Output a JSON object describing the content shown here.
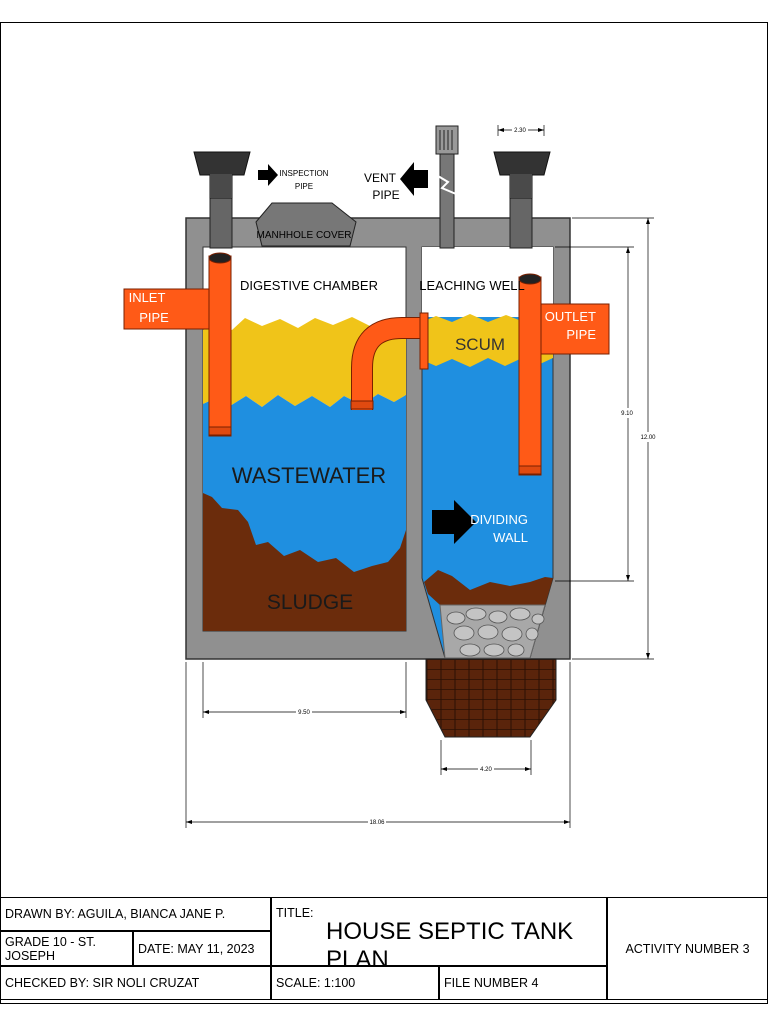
{
  "labels": {
    "inspection_pipe": [
      "INSPECTION",
      "PIPE"
    ],
    "vent_pipe": [
      "VENT",
      "PIPE"
    ],
    "manhole_cover": "MANHHOLE COVER",
    "inlet_pipe": [
      "INLET",
      "PIPE"
    ],
    "outlet_pipe": [
      "OUTLET",
      "PIPE"
    ],
    "digestive_chamber": "DIGESTIVE CHAMBER",
    "leaching_well": "LEACHING WELL",
    "scum": "SCUM",
    "wastewater": "WASTEWATER",
    "sludge": "SLUDGE",
    "dividing_wall": [
      "DIVIDING",
      "WALL"
    ]
  },
  "dimensions": {
    "top_pipe_width": "2.30",
    "right_inner": "9.10",
    "right_outer": "12.00",
    "chamber_width": "9.50",
    "well_width": "4.20",
    "total_width": "18.06"
  },
  "title_block": {
    "drawn_by": "DRAWN BY: AGUILA, BIANCA JANE P.",
    "grade": "GRADE 10 - ST. JOSEPH",
    "date": "DATE:  MAY 11, 2023",
    "checked_by": "CHECKED BY: SIR NOLI CRUZAT",
    "title_label": "TITLE:",
    "title": "HOUSE SEPTIC TANK PLAN",
    "scale": "SCALE: 1:100",
    "file_number": "FILE NUMBER 4",
    "activity": "ACTIVITY NUMBER 3"
  },
  "colors": {
    "concrete": "#909090",
    "wastewater": "#1f8fe0",
    "scum": "#f0c419",
    "sludge": "#6b2c0c",
    "pipe": "#ff5a17",
    "gravel": "#a8a8a8"
  }
}
